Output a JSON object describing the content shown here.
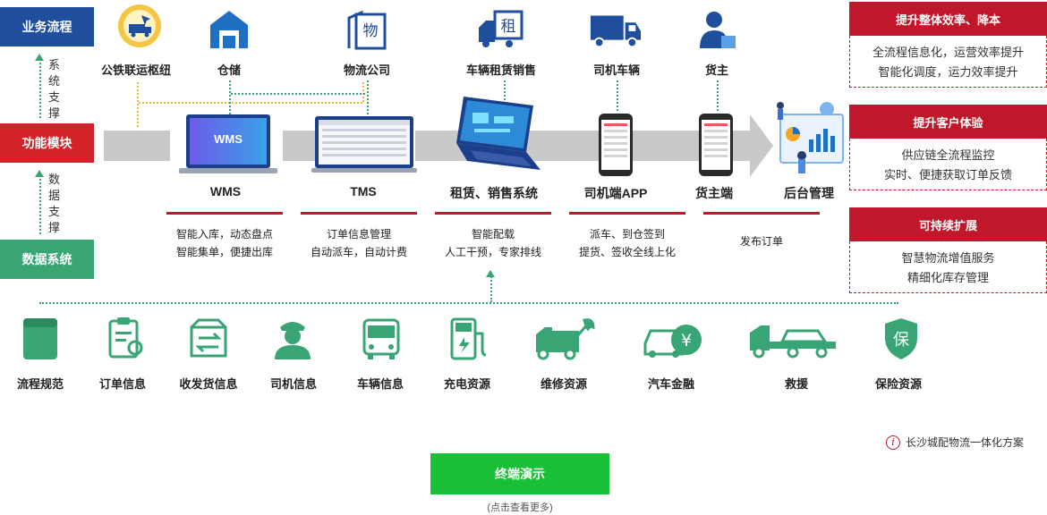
{
  "left": {
    "business_flow": "业务流程",
    "system_support": [
      "系",
      "统",
      "支",
      "撑"
    ],
    "function_module": "功能模块",
    "data_support": [
      "数",
      "据",
      "支",
      "撑"
    ],
    "data_system": "数据系统"
  },
  "top_nodes": [
    {
      "label": "公铁联运枢纽",
      "icon": "rail-road-hub-icon"
    },
    {
      "label": "仓储",
      "icon": "warehouse-icon"
    },
    {
      "label": "物流公司",
      "icon": "logistics-company-icon"
    },
    {
      "label": "车辆租赁销售",
      "icon": "truck-rental-icon"
    },
    {
      "label": "司机车辆",
      "icon": "truck-icon"
    },
    {
      "label": "货主",
      "icon": "shipper-icon"
    }
  ],
  "systems": [
    {
      "title": "WMS",
      "desc": [
        "智能入库，动态盘点",
        "智能集单，便捷出库"
      ],
      "screen_text": "WMS"
    },
    {
      "title": "TMS",
      "desc": [
        "订单信息管理",
        "自动派车，自动计费"
      ]
    },
    {
      "title": "租赁、销售系统",
      "desc": [
        "智能配载",
        "人工干预，专家排线"
      ]
    },
    {
      "title": "司机端APP",
      "desc": [
        "派车、到仓签到",
        "提货、签收全线上化"
      ]
    },
    {
      "title": "货主端",
      "desc": [
        "发布订单"
      ]
    },
    {
      "title": "后台管理",
      "desc": []
    }
  ],
  "right_panel": [
    {
      "title": "提升整体效率、降本",
      "lines": [
        "全流程信息化，运营效率提升",
        "智能化调度，运力效率提升"
      ]
    },
    {
      "title": "提升客户体验",
      "lines": [
        "供应链全流程监控",
        "实时、便捷获取订单反馈"
      ]
    },
    {
      "title": "可持续扩展",
      "lines": [
        "智慧物流增值服务",
        "精细化库存管理"
      ]
    }
  ],
  "resources": [
    {
      "label": "流程规范",
      "icon": "process-spec-icon"
    },
    {
      "label": "订单信息",
      "icon": "order-info-icon"
    },
    {
      "label": "收发货信息",
      "icon": "shipping-info-icon"
    },
    {
      "label": "司机信息",
      "icon": "driver-info-icon"
    },
    {
      "label": "车辆信息",
      "icon": "bus-icon"
    },
    {
      "label": "充电资源",
      "icon": "charging-station-icon"
    },
    {
      "label": "维修资源",
      "icon": "repair-truck-icon"
    },
    {
      "label": "汽车金融",
      "icon": "car-finance-icon"
    },
    {
      "label": "救援",
      "icon": "tow-truck-icon"
    },
    {
      "label": "保险资源",
      "icon": "insurance-shield-icon"
    }
  ],
  "caption": "长沙城配物流一体化方案",
  "demo_button": "终端演示",
  "demo_sub": "(点击查看更多)",
  "colors": {
    "blue": "#1f4e9c",
    "red": "#d2232a",
    "green": "#3aa574",
    "deep_red": "#c0182a",
    "button_green": "#19bf35",
    "band_gray": "#c9c9c9"
  }
}
